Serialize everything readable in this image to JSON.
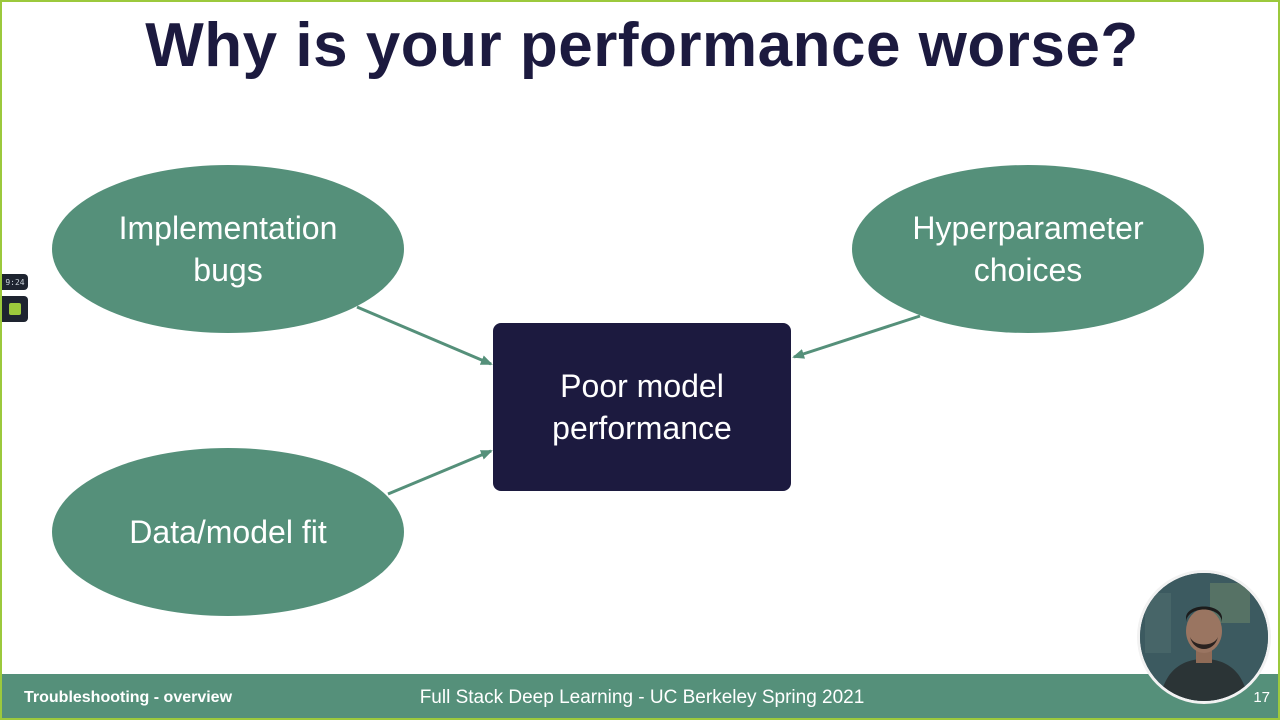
{
  "title": "Why is your performance worse?",
  "diagram": {
    "center_node": {
      "label": "Poor model\nperformance",
      "color": "#1c1a3f"
    },
    "cause_nodes": [
      {
        "label": "Implementation\nbugs",
        "color": "#55907a"
      },
      {
        "label": "Hyperparameter\nchoices",
        "color": "#55907a"
      },
      {
        "label": "Data/model fit",
        "color": "#55907a"
      }
    ],
    "edge_color": "#55907a"
  },
  "side_widget": {
    "time": "9:24"
  },
  "footer": {
    "section": "Troubleshooting - overview",
    "course": "Full Stack Deep Learning - UC Berkeley Spring 2021",
    "page_number": "17"
  },
  "webcam": {
    "icon": "webcam-presenter"
  },
  "colors": {
    "accent_border": "#9cc93c",
    "footer_bg": "#55907a",
    "title_text": "#1c1a3f"
  }
}
